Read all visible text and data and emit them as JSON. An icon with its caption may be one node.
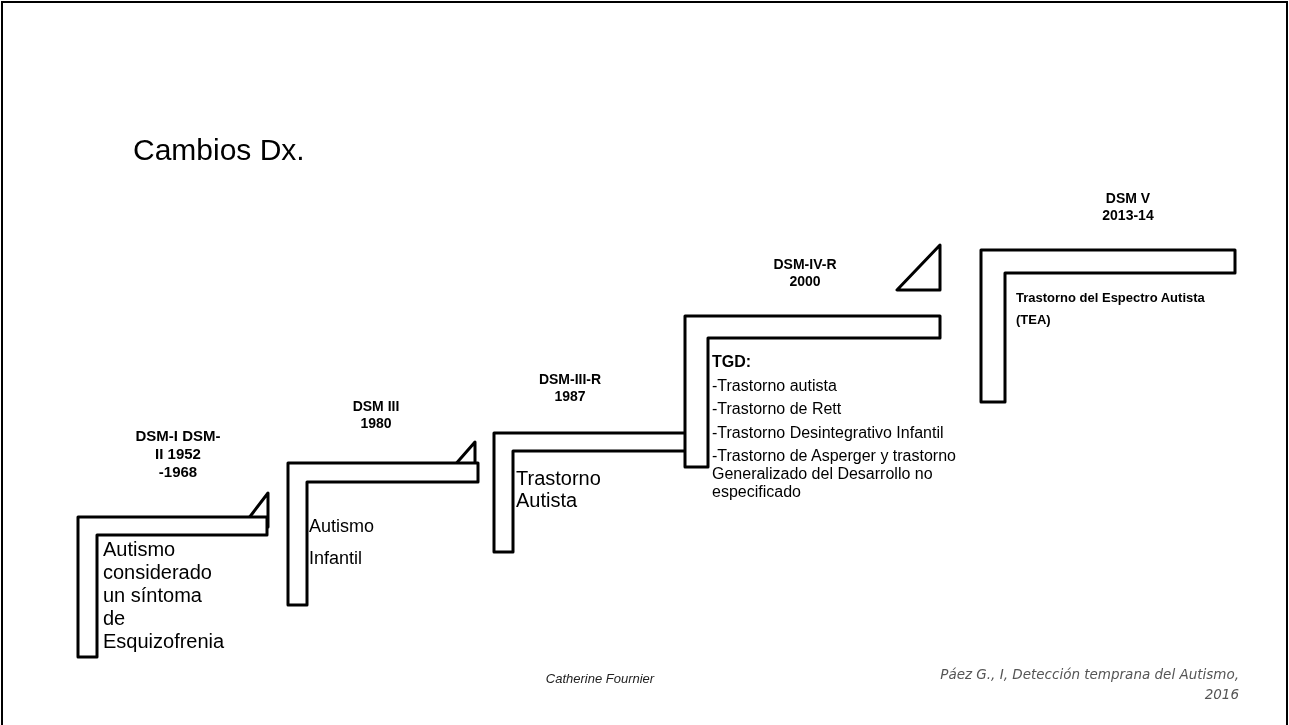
{
  "diagram": {
    "title": "Cambios Dx.",
    "nodes": [
      {
        "text": [
          "DSM-I DSM-II 1952 -1968",
          "Autismo considerado un síntoma de Esquizofrenia"
        ]
      },
      {
        "text": [
          "DSM III 1980",
          "Autismo Infantil"
        ]
      },
      {
        "text": [
          "DSM-III-R 1987",
          "Trastorno Autista"
        ]
      },
      {
        "text": [
          "DSM-IV-R 2000",
          "TGD:",
          "-Trastorno autista",
          "-Trastorno de Rett",
          "-Trastorno Desintegrativo Infantil",
          "-Trastorno de Asperger y trastorno Generalizado del Desarrollo no especificado"
        ]
      },
      {
        "text": [
          "DSM V 2013-14",
          "Trastorno del Espectro Autista",
          "(TEA)"
        ]
      }
    ],
    "edges": [],
    "labels": [
      "Páez G., I, Detección temprana del Autismo, 2016",
      "Catherine Fournier"
    ]
  }
}
